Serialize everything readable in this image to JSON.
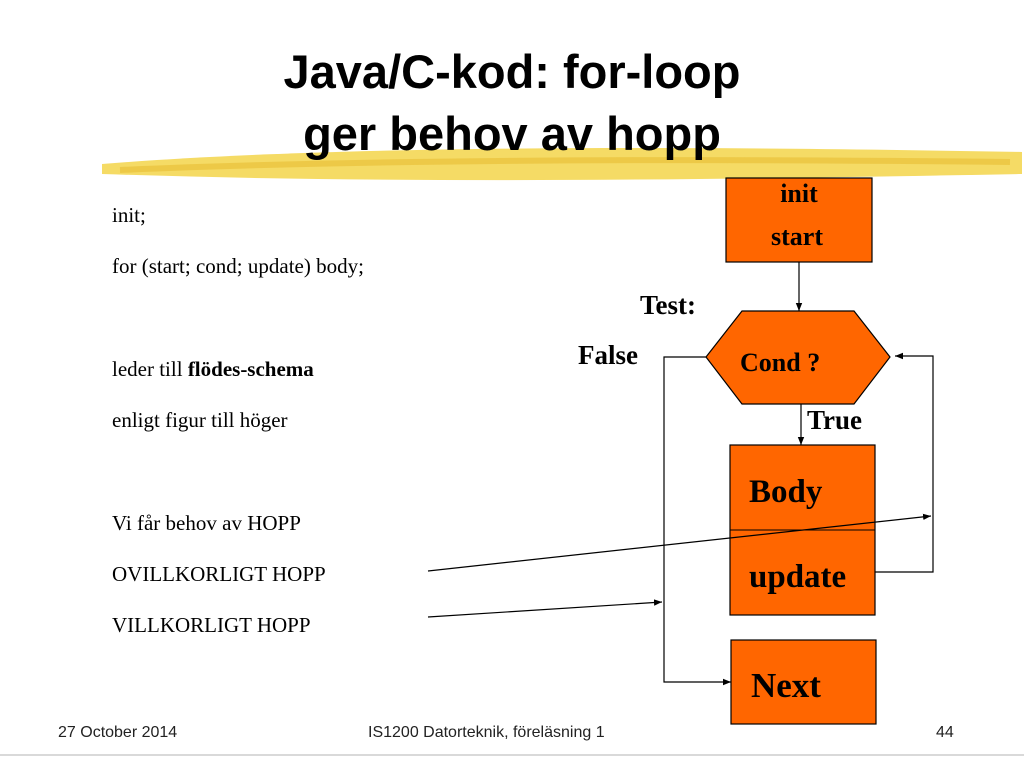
{
  "slide": {
    "title_line_1": "Java/C-kod: for-loop",
    "title_line_2": "ger behov av hopp"
  },
  "text": {
    "init": "init;",
    "for_stmt": "for (start; cond; update) body;",
    "leder_prefix": "leder till ",
    "leder_bold": "flödes-schema",
    "enligt": "enligt figur till höger",
    "vi_far": "Vi får behov av HOPP",
    "ovillkorligt": "OVILLKORLIGT HOPP",
    "villkorligt": "VILLKORLIGT HOPP"
  },
  "flowchart": {
    "box_init_line1": "init",
    "box_init_line2": "start",
    "test_label": "Test:",
    "cond_label": "Cond ?",
    "false_label": "False",
    "true_label": "True",
    "body_label": "Body",
    "update_label": "update",
    "next_label": "Next",
    "box_fill": "#ff6600"
  },
  "footer": {
    "date": "27 October 2014",
    "course": "IS1200 Datorteknik, föreläsning 1",
    "page_number": "44"
  }
}
